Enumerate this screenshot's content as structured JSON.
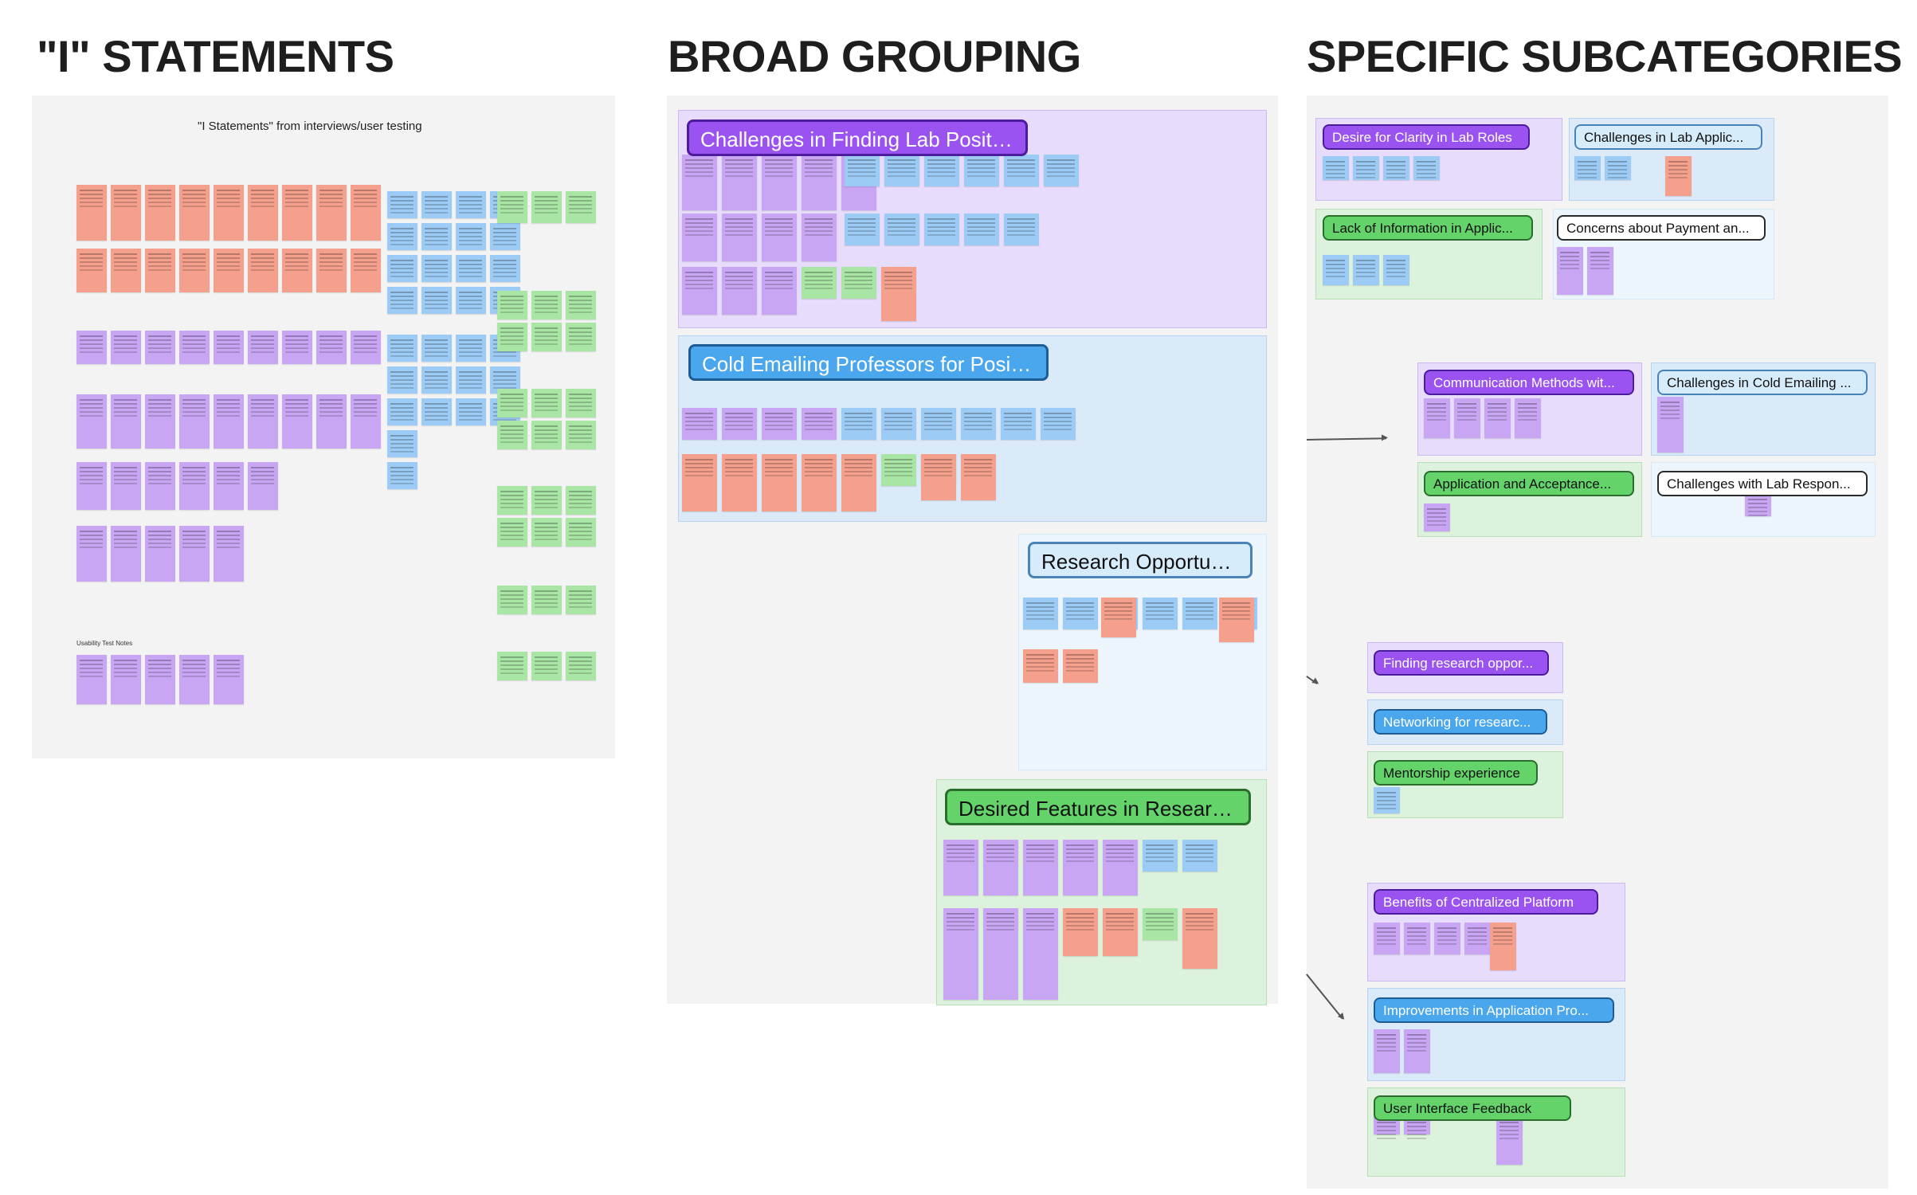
{
  "columns": {
    "i_statements": "\"I\" STATEMENTS",
    "broad_grouping": "BROAD GROUPING",
    "specific_subcategories": "SPECIFIC SUBCATEGORIES"
  },
  "i_panel": {
    "heading": "\"I Statements\" from interviews/user testing",
    "usability_label": "Usability Test Notes"
  },
  "broad": {
    "g1": "Challenges in Finding Lab Positions",
    "g2": "Cold Emailing Professors for Positions",
    "g3": "Research Opportunit...",
    "g4": "Desired Features in Research ..."
  },
  "specific": {
    "s1": "Desire for Clarity in Lab Roles",
    "s2": "Challenges in Lab Applic...",
    "s3": "Lack of Information in Applic...",
    "s4": "Concerns about Payment an...",
    "s5": "Communication Methods wit...",
    "s6": "Challenges in Cold Emailing ...",
    "s7": "Application and Acceptance...",
    "s8": "Challenges with Lab Respon...",
    "s9": "Finding research oppor...",
    "s10": "Networking for researc...",
    "s11": "Mentorship experience",
    "s12": "Benefits of Centralized Platform",
    "s13": "Improvements in Application Pro...",
    "s14": "User Interface Feedback"
  },
  "colors": {
    "purple": "#9a53f0",
    "blue": "#4aa7ee",
    "green": "#63d36a",
    "sticky_red": "#f4a08c",
    "sticky_purple": "#c9a6f4",
    "sticky_blue": "#9ccbf5",
    "sticky_green": "#a9e5a5"
  }
}
